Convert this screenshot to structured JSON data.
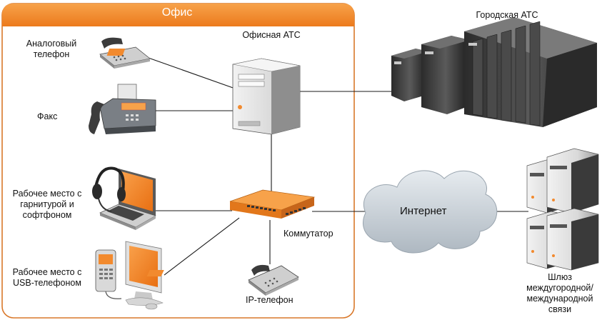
{
  "office": {
    "title": "Офис"
  },
  "labels": {
    "analog_phone": [
      "Аналоговый",
      "телефон"
    ],
    "fax": "Факс",
    "office_pbx": "Офисная АТС",
    "city_pbx": "Городская АТС",
    "workstation_headset": [
      "Рабочее место с",
      "гарнитурой и",
      "софтфоном"
    ],
    "workstation_usb": [
      "Рабочее место с",
      "USB-телефоном"
    ],
    "switch": "Коммутатор",
    "ip_phone": "IP-телефон",
    "internet": "Интернет",
    "gateway": [
      "Шлюз",
      "междугородной/",
      "международной",
      "связи"
    ]
  },
  "colors": {
    "office_accent": "#f28a2e",
    "office_border": "#d9782a",
    "link_line": "#1a1a1a",
    "cloud": "#c9d1d8"
  },
  "icons": [
    "analog-phone-icon",
    "fax-icon",
    "office-pbx-server-icon",
    "city-pbx-rack-icon",
    "laptop-headset-icon",
    "desktop-usb-phone-icon",
    "network-switch-icon",
    "ip-phone-icon",
    "internet-cloud-icon",
    "gateway-servers-icon"
  ]
}
